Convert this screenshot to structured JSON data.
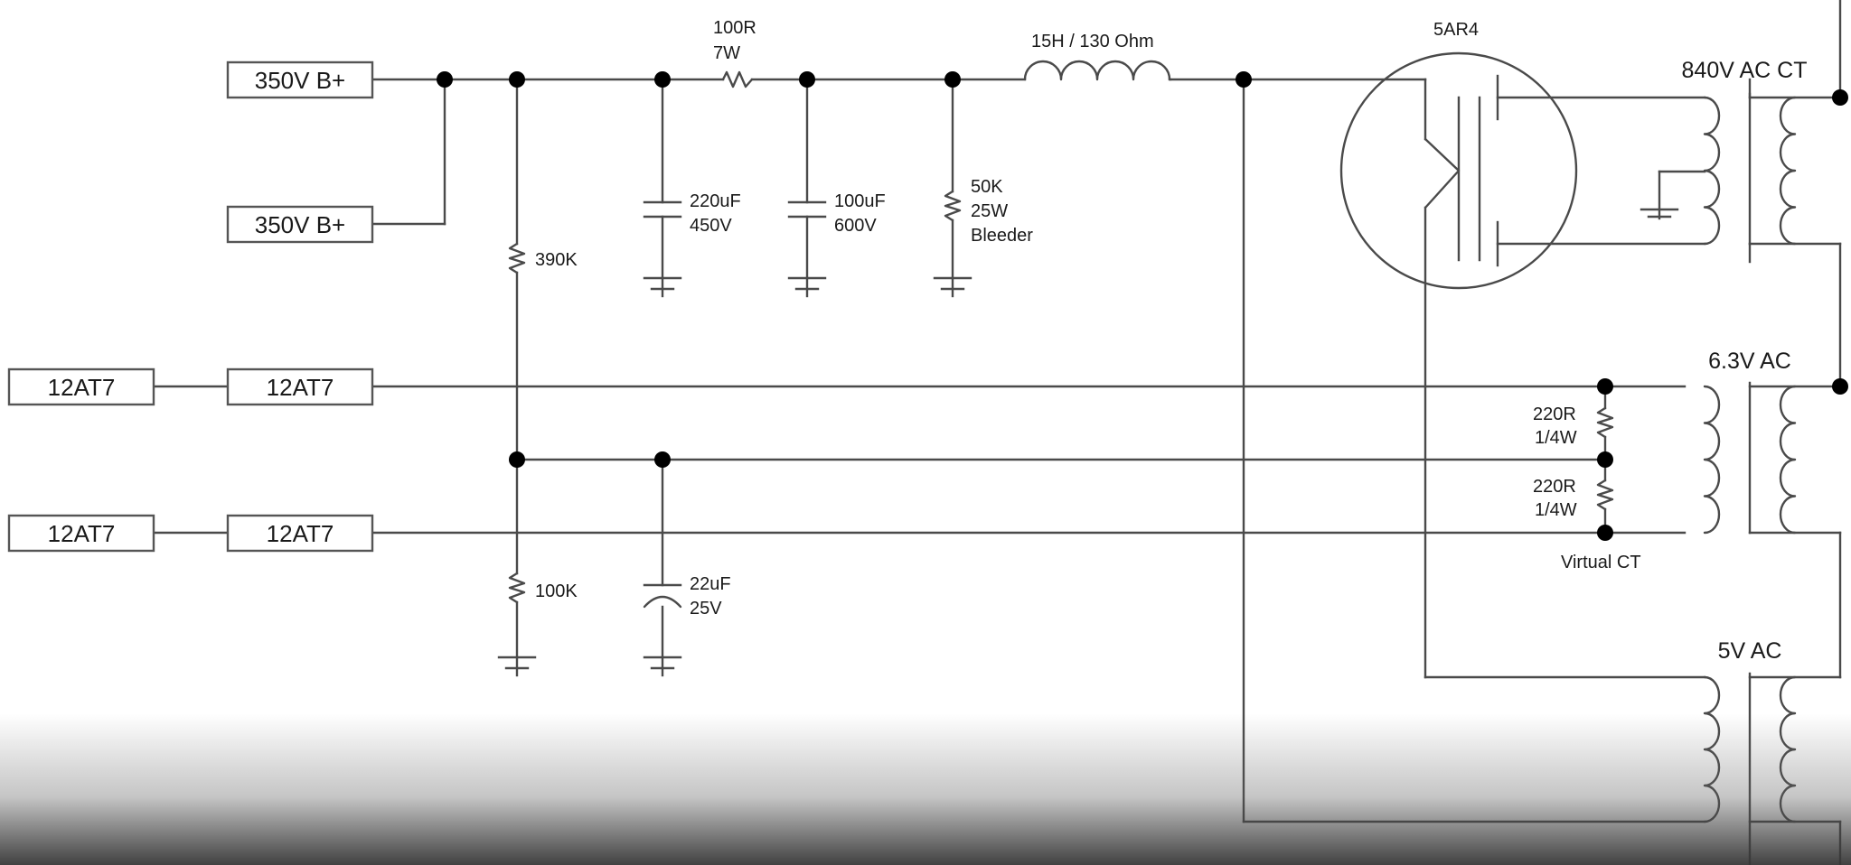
{
  "connectors": {
    "bplus_top": "350V B+",
    "bplus_bottom": "350V B+",
    "tube_row1_left": "12AT7",
    "tube_row1_right": "12AT7",
    "tube_row2_left": "12AT7",
    "tube_row2_right": "12AT7"
  },
  "components": {
    "series_resistor": {
      "value": "100R",
      "rating": "7W"
    },
    "choke": {
      "value": "15H / 130 Ohm"
    },
    "rectifier": {
      "part": "5AR4"
    },
    "cap_220": {
      "value": "220uF",
      "rating": "450V"
    },
    "cap_100": {
      "value": "100uF",
      "rating": "600V"
    },
    "bleeder": {
      "value": "50K",
      "rating": "25W",
      "note": "Bleeder"
    },
    "div_390": {
      "value": "390K"
    },
    "div_100": {
      "value": "100K"
    },
    "cap_22": {
      "value": "22uF",
      "rating": "25V"
    },
    "ct_r1": {
      "value": "220R",
      "rating": "1/4W"
    },
    "ct_r2": {
      "value": "220R",
      "rating": "1/4W"
    },
    "virtual_ct": "Virtual CT"
  },
  "transformer": {
    "hv_secondary": "840V AC CT",
    "heater_secondary": "6.3V AC",
    "rectifier_secondary": "5V AC"
  }
}
